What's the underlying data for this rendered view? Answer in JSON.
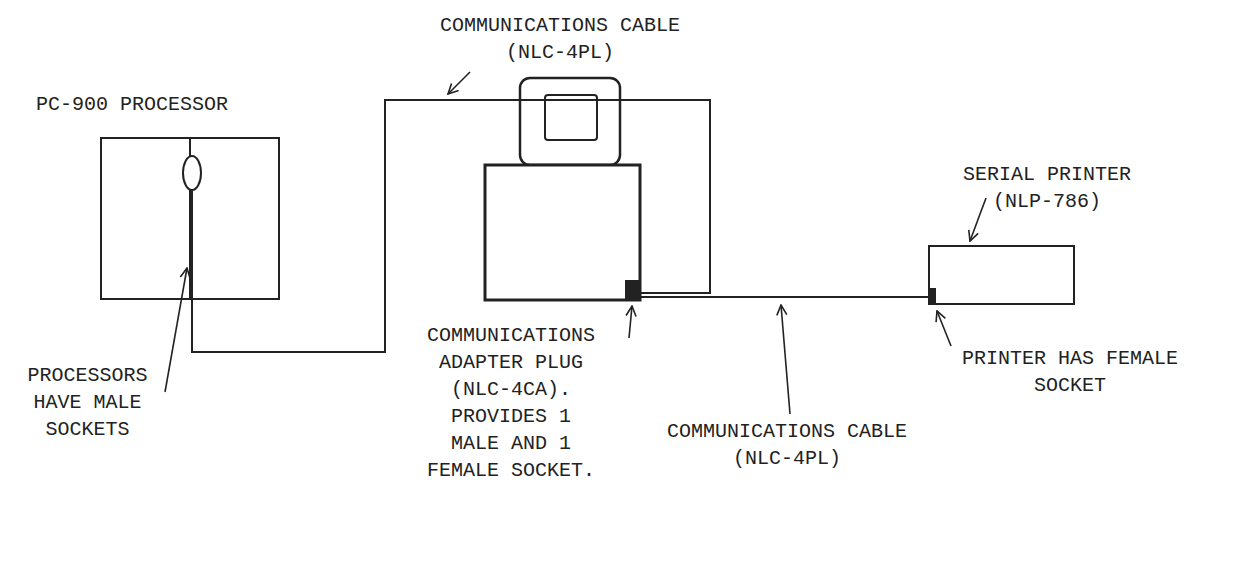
{
  "diagram": {
    "nodes": [
      {
        "text": [
          "PC-900 PROCESSOR"
        ]
      },
      {
        "text": [
          "SERIAL PRINTER (NLP-786)"
        ]
      }
    ],
    "labels": [
      "COMMUNICATIONS CABLE (NLC-4PL)",
      "PROCESSORS HAVE MALE SOCKETS",
      "COMMUNICATIONS ADAPTER PLUG (NLC-4CA). PROVIDES 1 MALE AND 1 FEMALE SOCKET.",
      "COMMUNICATIONS CABLE (NLC-4PL)",
      "PRINTER HAS FEMALE SOCKET"
    ]
  }
}
